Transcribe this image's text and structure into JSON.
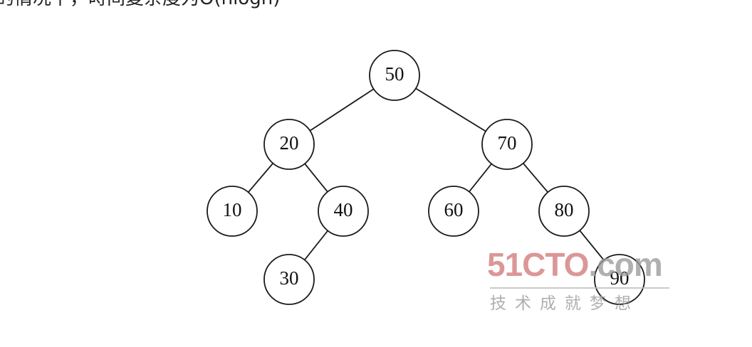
{
  "header_text": "的情况下，時间复杂度为O(nlogn)",
  "tree": {
    "nodes": [
      {
        "id": "n50",
        "label": "50"
      },
      {
        "id": "n20",
        "label": "20"
      },
      {
        "id": "n70",
        "label": "70"
      },
      {
        "id": "n10",
        "label": "10"
      },
      {
        "id": "n40",
        "label": "40"
      },
      {
        "id": "n60",
        "label": "60"
      },
      {
        "id": "n80",
        "label": "80"
      },
      {
        "id": "n30",
        "label": "30"
      },
      {
        "id": "n90",
        "label": "90"
      }
    ],
    "edges": [
      [
        "n50",
        "n20"
      ],
      [
        "n50",
        "n70"
      ],
      [
        "n20",
        "n10"
      ],
      [
        "n20",
        "n40"
      ],
      [
        "n40",
        "n30"
      ],
      [
        "n70",
        "n60"
      ],
      [
        "n70",
        "n80"
      ],
      [
        "n80",
        "n90"
      ]
    ]
  },
  "watermark": {
    "brand": "51CTO",
    "brand_suffix": ".com",
    "slogan": "技术成就梦想",
    "brand_color": "#d27a7a",
    "suffix_color": "#9a9a9a"
  }
}
